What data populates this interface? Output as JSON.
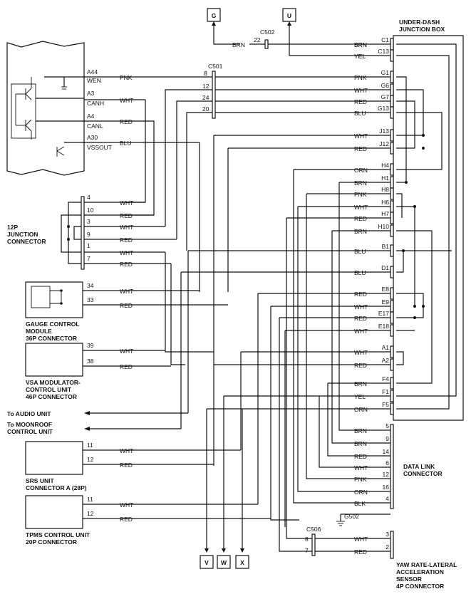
{
  "terminals": [
    "G",
    "U",
    "V",
    "W",
    "X"
  ],
  "connectors": {
    "c502": "C502",
    "c501": "C501",
    "c506": "C506",
    "g502": "G502",
    "jbox": [
      "UNDER-DASH",
      "JUNCTION BOX"
    ],
    "jc12": [
      "12P",
      "JUNCTION",
      "CONNECTOR"
    ],
    "gauge": [
      "GAUGE CONTROL",
      "MODULE",
      "36P CONNECTOR"
    ],
    "vsa": [
      "VSA MODULATOR-",
      "CONTROL UNIT",
      "46P CONNECTOR"
    ],
    "audio": "To AUDIO UNIT",
    "moon": [
      "To MOONROOF",
      "CONTROL UNIT"
    ],
    "srs": [
      "SRS UNIT",
      "CONNECTOR A (28P)"
    ],
    "tpms": [
      "TPMS CONTROL UNIT",
      "20P CONNECTOR"
    ],
    "dlc": [
      "DATA LINK",
      "CONNECTOR"
    ],
    "yaw": [
      "YAW RATE-LATERAL",
      "ACCELERATION",
      "SENSOR",
      "4P CONNECTOR"
    ]
  },
  "ecm_pins": [
    "A44",
    "WEN",
    "A3",
    "CANH",
    "A4",
    "CANL",
    "A30",
    "VSSOUT"
  ],
  "colors": [
    "BRN",
    "PNK",
    "WHT",
    "RED",
    "BLU",
    "YEL",
    "ORN",
    "BLK"
  ],
  "junction_pins": [
    "C1",
    "C13",
    "G1",
    "G6",
    "G7",
    "G13",
    "J13",
    "J12",
    "H4",
    "H1",
    "H8",
    "H6",
    "H7",
    "H10",
    "B1",
    "D1",
    "E8",
    "E9",
    "E17",
    "E18",
    "A1",
    "A2",
    "F4",
    "F1",
    "F5"
  ],
  "c501_pins": [
    "8",
    "12",
    "24",
    "20"
  ],
  "c502_pin": "22",
  "jc12_pins": [
    "4",
    "10",
    "3",
    "9",
    "1",
    "7"
  ],
  "gauge_pins": [
    "34",
    "33"
  ],
  "vsa_pins": [
    "39",
    "38"
  ],
  "srs_pins": [
    "11",
    "12"
  ],
  "tpms_pins": [
    "11",
    "12"
  ],
  "dlc_pins": [
    "5",
    "9",
    "14",
    "6",
    "12",
    "16",
    "4"
  ],
  "yaw_pins": [
    "3",
    "2"
  ],
  "c506_pins": [
    "8",
    "7"
  ]
}
